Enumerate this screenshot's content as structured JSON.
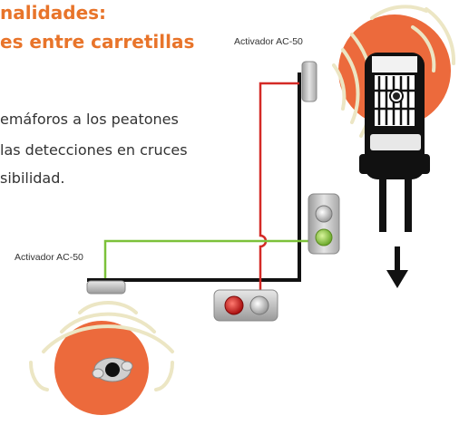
{
  "title": {
    "line1": "nalidades:",
    "line2": "es entre carretillas"
  },
  "body": {
    "line1": "emáforos a los peatones",
    "line2": "las detecciones en cruces",
    "line3": "sibilidad."
  },
  "labels": {
    "activator_top": "Activador AC-50",
    "activator_left": "Activador AC-50"
  },
  "colors": {
    "accent": "#e8742a",
    "circle": "#ec6a3c",
    "wire_red": "#d42a26",
    "wire_green": "#7cc13a",
    "wave": "#ece6c4",
    "line_black": "#111111"
  },
  "icons": {
    "forklift": "forklift-icon",
    "pedestrian": "pedestrian-icon",
    "direction": "arrow-down-icon"
  }
}
